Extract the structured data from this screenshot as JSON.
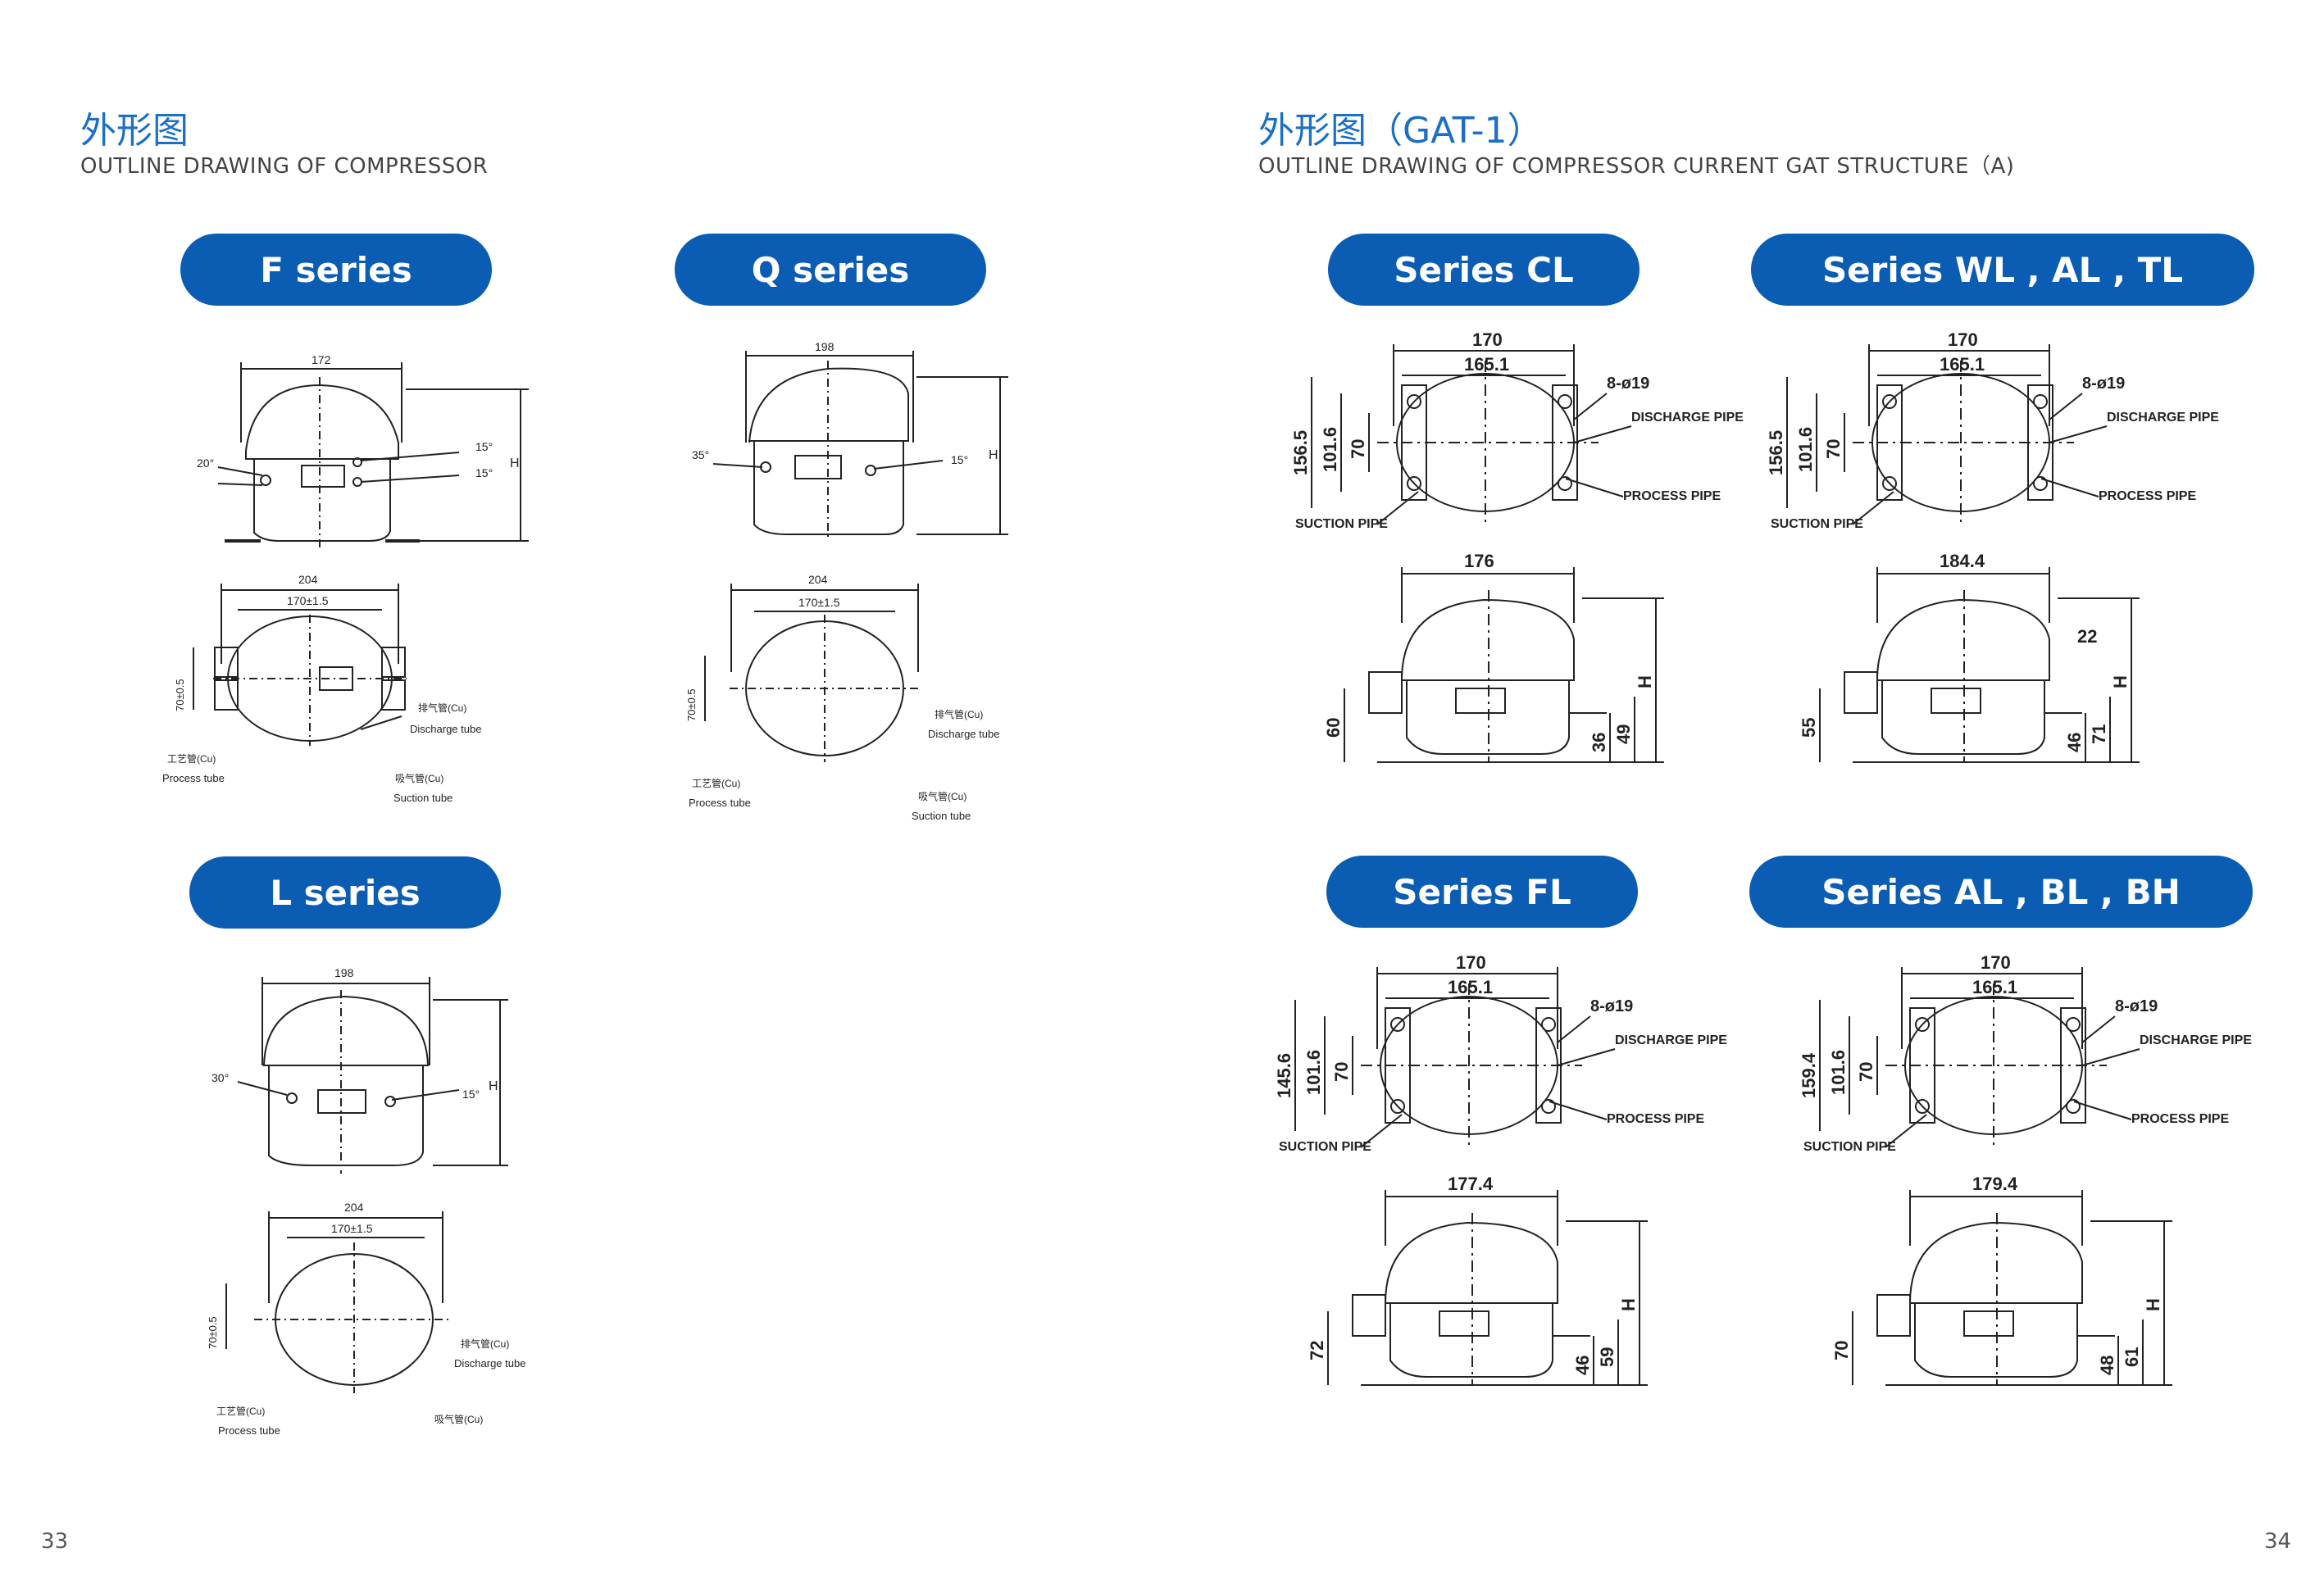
{
  "left_page": {
    "title": "外形图",
    "subtitle": "OUTLINE DRAWING OF COMPRESSOR",
    "page_number": "33",
    "series": {
      "f": {
        "label": "F series"
      },
      "q": {
        "label": "Q series"
      },
      "l": {
        "label": "L series"
      }
    }
  },
  "right_page": {
    "title": "外形图（GAT-1）",
    "subtitle": "OUTLINE DRAWING OF COMPRESSOR CURRENT GAT STRUCTURE（A)",
    "page_number": "34",
    "series": {
      "cl": {
        "label": "Series  CL"
      },
      "wl": {
        "label": "Series  WL , AL , TL"
      },
      "fl": {
        "label": "Series  FL"
      },
      "al": {
        "label": "Series  AL , BL , BH"
      }
    }
  },
  "drawings": {
    "f": {
      "side_width": "172",
      "angle_left": "20°",
      "angle_right_a": "15°",
      "angle_right_b": "15°",
      "height": "H",
      "top_width": "204",
      "top_inner": "170±1.5",
      "top_vert": "70±0.5",
      "discharge_cn": "排气管(Cu)",
      "discharge_en": "Discharge tube",
      "process_cn": "工艺管(Cu)",
      "process_en": "Process tube",
      "suction_cn": "吸气管(Cu)",
      "suction_en": "Suction tube"
    },
    "q": {
      "side_width": "198",
      "angle_left": "35°",
      "angle_right": "15°",
      "height": "H",
      "top_width": "204",
      "top_inner": "170±1.5",
      "top_vert": "70±0.5",
      "discharge_cn": "排气管(Cu)",
      "discharge_en": "Discharge tube",
      "process_cn": "工艺管(Cu)",
      "process_en": "Process tube",
      "suction_cn": "吸气管(Cu)",
      "suction_en": "Suction tube"
    },
    "l": {
      "side_width": "198",
      "angle_left": "30°",
      "angle_right": "15°",
      "height": "H",
      "top_width": "204",
      "top_inner": "170±1.5",
      "top_vert": "70±0.5",
      "discharge_cn": "排气管(Cu)",
      "discharge_en": "Discharge tube",
      "process_cn": "工艺管(Cu)",
      "process_en": "Process tube",
      "suction_cn": "吸气管(Cu)"
    },
    "cl": {
      "top_outer": "170",
      "top_inner": "165.1",
      "holes": "8-ø19",
      "discharge": "DISCHARGE PIPE",
      "process": "PROCESS PIPE",
      "suction": "SUCTION PIPE",
      "v1": "156.5",
      "v2": "101.6",
      "v3": "70",
      "side_width": "176",
      "h": "H",
      "s1": "60",
      "s2": "36",
      "s3": "49"
    },
    "wl": {
      "top_outer": "170",
      "top_inner": "165.1",
      "holes": "8-ø19",
      "discharge": "DISCHARGE PIPE",
      "process": "PROCESS PIPE",
      "suction": "SUCTION PIPE",
      "v1": "156.5",
      "v2": "101.6",
      "v3": "70",
      "side_width": "184.4",
      "s_top": "22",
      "h": "H",
      "s1": "55",
      "s2": "46",
      "s3": "71"
    },
    "fl": {
      "top_outer": "170",
      "top_inner": "165.1",
      "holes": "8-ø19",
      "discharge": "DISCHARGE PIPE",
      "process": "PROCESS PIPE",
      "suction": "SUCTION PIPE",
      "v1": "145.6",
      "v2": "101.6",
      "v3": "70",
      "side_width": "177.4",
      "h": "H",
      "s1": "72",
      "s2": "46",
      "s3": "59"
    },
    "al": {
      "top_outer": "170",
      "top_inner": "165.1",
      "holes": "8-ø19",
      "discharge": "DISCHARGE PIPE",
      "process": "PROCESS PIPE",
      "suction": "SUCTION PIPE",
      "v1": "159.4",
      "v2": "101.6",
      "v3": "70",
      "side_width": "179.4",
      "h": "H",
      "s1": "70",
      "s2": "48",
      "s3": "61"
    }
  }
}
